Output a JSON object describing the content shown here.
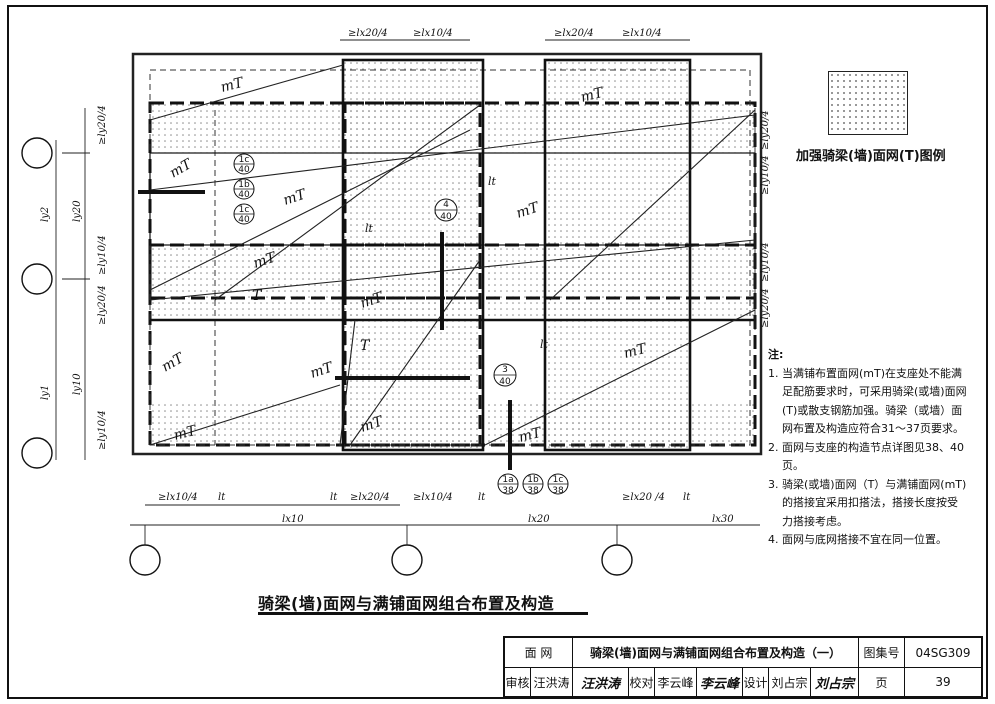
{
  "legend": {
    "title": "加强骑梁(墙)面网(T)图例"
  },
  "diagram": {
    "main_title": "骑梁(墙)面网与满铺面网组合布置及构造",
    "label_mT": "mT",
    "label_T": "T",
    "label_lt": "lt",
    "dims_top": [
      "≥lx20/4",
      "≥lx10/4",
      "≥lx20/4",
      "≥lx10/4"
    ],
    "dims_bottom_small": [
      "≥lx10/4",
      "lt",
      "lt",
      "≥lx20/4",
      "≥lx10/4",
      "lt",
      "≥lx20 /4",
      "lt"
    ],
    "dims_bottom_spans": [
      "lx10",
      "lx20",
      "lx30"
    ],
    "dims_left": [
      "ly2",
      "ly1"
    ],
    "dims_left_inner": [
      "ly20",
      "ly10"
    ],
    "dims_left_quarters": [
      "≥ly20/4",
      "≥ly10/4",
      "≥ly20/4",
      "≥ly10/4"
    ],
    "dims_right_quarters": [
      "≥ly20/4",
      "≥ly10/4",
      "≥ly10/4",
      "≥ly20/4"
    ],
    "detail_refs": [
      {
        "top": "1c",
        "bottom": "40"
      },
      {
        "top": "1b",
        "bottom": "40"
      },
      {
        "top": "1c",
        "bottom": "40"
      },
      {
        "top": "4",
        "bottom": "40"
      },
      {
        "top": "3",
        "bottom": "40"
      },
      {
        "top": "1a",
        "bottom": "38"
      },
      {
        "top": "1b",
        "bottom": "38"
      },
      {
        "top": "1c",
        "bottom": "38"
      }
    ]
  },
  "notes": {
    "title": "注:",
    "items": [
      "当满铺布置面网(mT)在支座处不能满足配筋要求时，可采用骑梁(或墙)面网(T)或散支钢筋加强。骑梁（或墙）面网布置及构造应符合31～37页要求。",
      "面网与支座的构造节点详图见38、40页。",
      "骑梁(或墙)面网（T）与满铺面网(mT)的搭接宜采用扣搭法，搭接长度按受力搭接考虑。",
      "面网与底网搭接不宜在同一位置。"
    ]
  },
  "title_block": {
    "category": "面 网",
    "drawing_title": "骑梁(墙)面网与满铺面网组合布置及构造（一）",
    "atlas_label": "图集号",
    "atlas_no": "04SG309",
    "review_label": "审核",
    "review_name": "汪洪涛",
    "review_sig": "汪洪涛",
    "check_label": "校对",
    "check_name": "李云峰",
    "check_sig": "李云峰",
    "design_label": "设计",
    "design_name": "刘占宗",
    "design_sig": "刘占宗",
    "page_label": "页",
    "page_no": "39"
  }
}
